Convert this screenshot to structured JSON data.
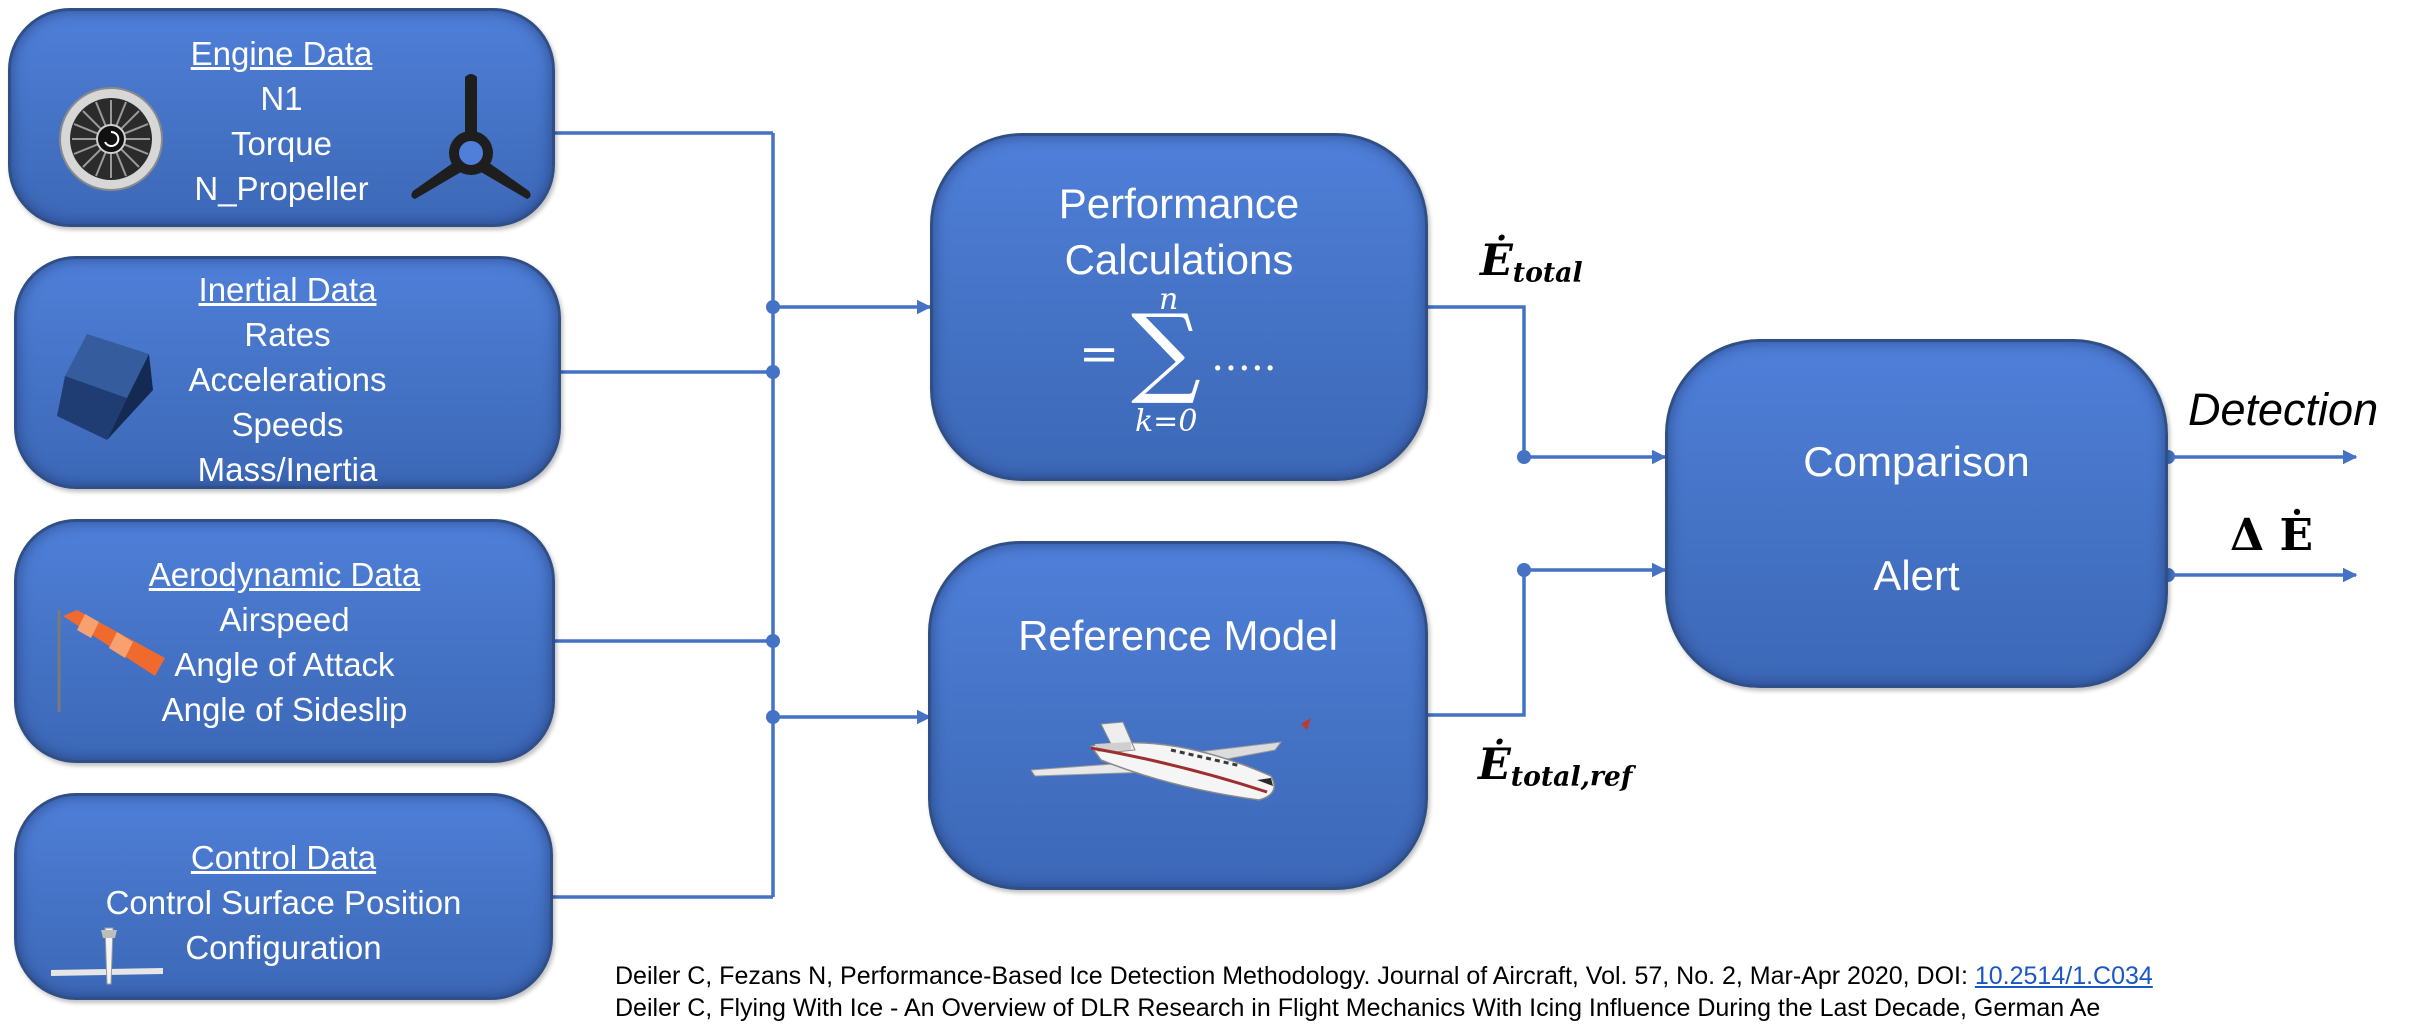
{
  "sources": {
    "engine": {
      "heading": "Engine Data",
      "items": [
        "N1",
        "Torque",
        "N_Propeller"
      ]
    },
    "inertial": {
      "heading": "Inertial Data",
      "items": [
        "Rates",
        "Accelerations",
        "Speeds",
        "Mass/Inertia"
      ]
    },
    "aero": {
      "heading": "Aerodynamic Data",
      "items": [
        "Airspeed",
        "Angle of Attack",
        "Angle of Sideslip"
      ]
    },
    "control": {
      "heading": "Control Data",
      "items": [
        "Control Surface Position",
        "Configuration"
      ]
    }
  },
  "performance": {
    "title_line1": "Performance",
    "title_line2": "Calculations",
    "equals": "=",
    "sum_symbol": "∑",
    "sum_upper": "n",
    "sum_lower": "k=0",
    "dots": "….."
  },
  "reference": {
    "title": "Reference Model"
  },
  "comparison": {
    "line1": "Comparison",
    "line2": "Alert"
  },
  "labels": {
    "e_total_base": "Ė",
    "e_total_sub": "total",
    "e_ref_base": "Ė",
    "e_ref_sub": "total,ref",
    "detection": "Detection",
    "delta_e": "Δ Ė"
  },
  "citation": {
    "line1_text": "Deiler C, Fezans N, Performance-Based Ice Detection Methodology. Journal of Aircraft, Vol. 57, No. 2, Mar-Apr 2020, DOI: ",
    "line1_doi": "10.2514/1.C034",
    "line2_text": "Deiler C, Flying With Ice - An Overview of DLR Research in Flight Mechanics With Icing Influence During the Last Decade, German Ae"
  },
  "colors": {
    "box_fill": "#4472c4",
    "box_border": "#2f4f86",
    "connector": "#4472c4",
    "text_on_box": "#ffffff"
  }
}
